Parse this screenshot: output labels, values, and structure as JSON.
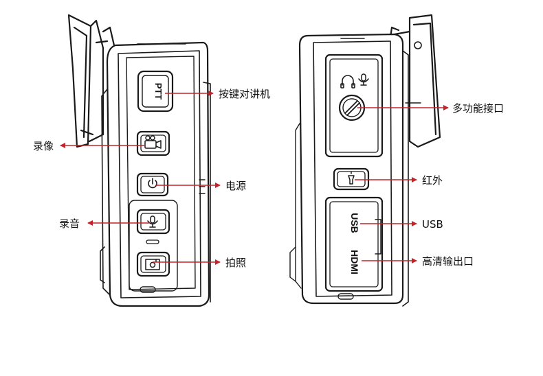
{
  "colors": {
    "arrow": "#c4232a",
    "outline": "#1a1a1a"
  },
  "left_device": {
    "ptt_text": "PTT",
    "callouts": {
      "ptt": "按键对讲机",
      "record_video": "录像",
      "power": "电源",
      "record_audio": "录音",
      "photo": "拍照"
    },
    "icons": [
      "camcorder-icon",
      "power-icon",
      "microphone-icon",
      "camera-icon"
    ]
  },
  "right_device": {
    "port_usb_text": "USB",
    "port_hdmi_text": "HDMI",
    "callouts": {
      "multi_port": "多功能接口",
      "infrared": "红外",
      "usb": "USB",
      "hdmi": "高清输出口"
    },
    "icons": [
      "headphone-icon",
      "microphone-icon",
      "screw-icon",
      "flashlight-icon"
    ]
  }
}
